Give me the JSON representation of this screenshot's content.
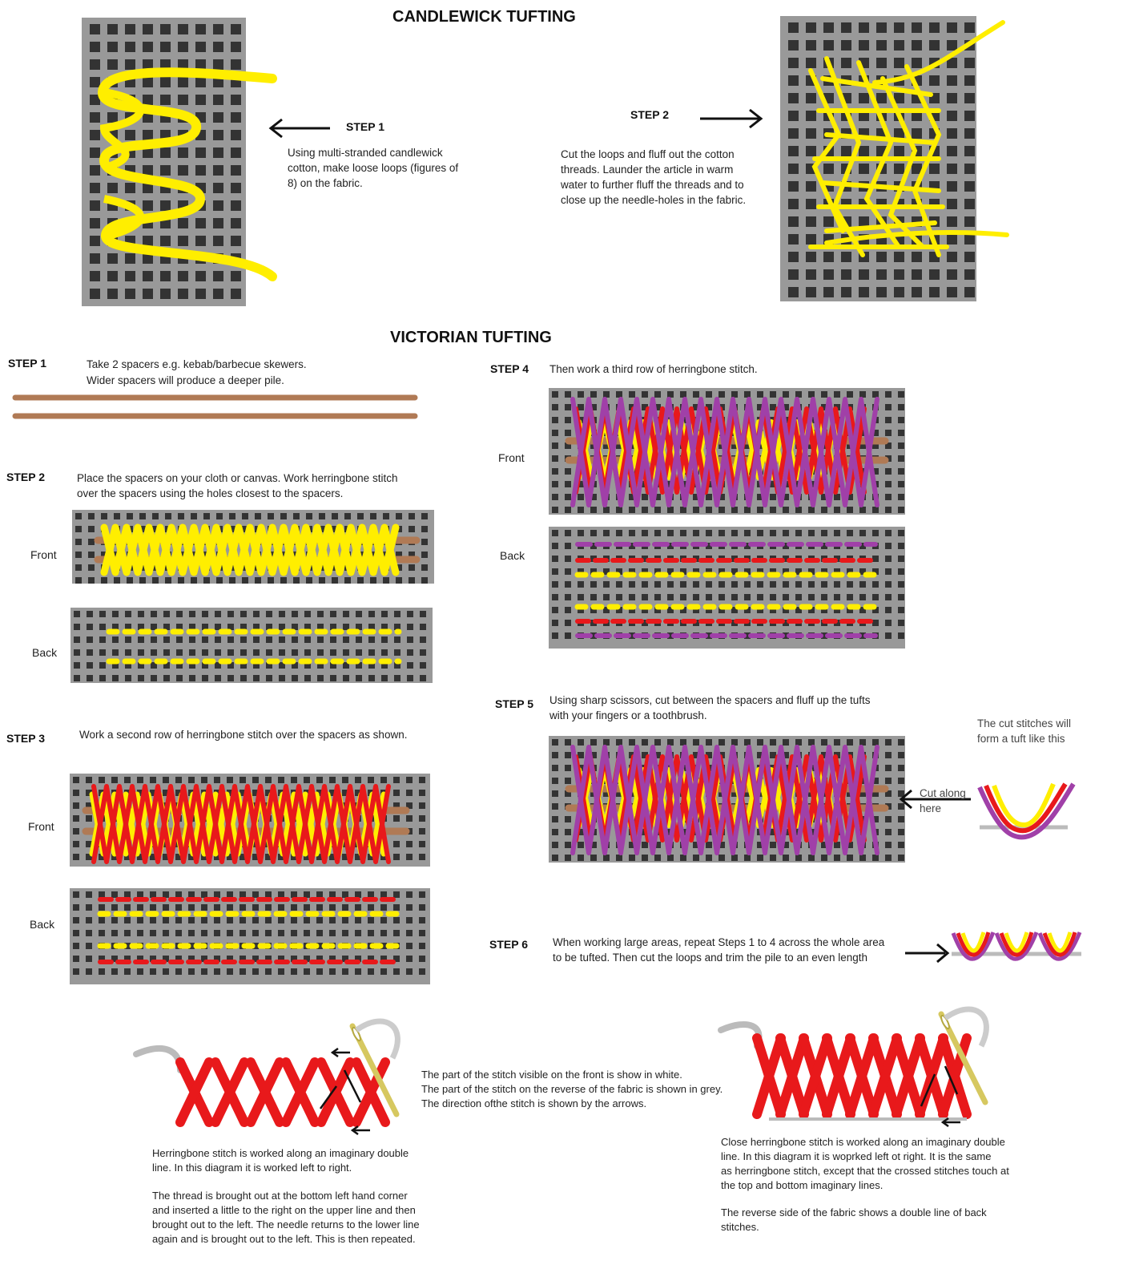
{
  "candlewick": {
    "title": "CANDLEWICK TUFTING",
    "step1": {
      "label": "STEP 1",
      "text": "Using multi-stranded candlewick cotton, make loose loops (figures of 8) on the fabric."
    },
    "step2": {
      "label": "STEP 2",
      "text": "Cut the loops and fluff out the cotton threads.  Launder the article in warm water to further fluff the threads and to close up the needle-holes in the fabric."
    }
  },
  "victorian": {
    "title": "VICTORIAN TUFTING",
    "step1": {
      "label": "STEP 1",
      "line1": "Take 2 spacers e.g. kebab/barbecue skewers.",
      "line2": "Wider spacers will produce a deeper pile."
    },
    "step2": {
      "label": "STEP 2",
      "line1": "Place the spacers on your cloth or canvas. Work herringbone stitch",
      "line2": "over the spacers using the holes closest to the spacers."
    },
    "step3": {
      "label": "STEP 3",
      "text": "Work a second row of herringbone stitch over the spacers as shown."
    },
    "step4": {
      "label": "STEP 4",
      "text": "Then work a third row of herringbone stitch."
    },
    "step5": {
      "label": "STEP 5",
      "line1": "Using sharp scissors, cut between the spacers and fluff up the tufts",
      "line2": "with your fingers or a toothbrush.",
      "cut_line1": "Cut along",
      "cut_line2": "here",
      "tuft_line1": "The cut stitches will",
      "tuft_line2": "form a tuft like this"
    },
    "step6": {
      "label": "STEP 6",
      "line1": "When working large areas, repeat Steps 1 to 4 across the whole area",
      "line2": "to be tufted.  Then cut the loops and trim the pile to an even length"
    },
    "front": "Front",
    "back": "Back"
  },
  "herringbone": {
    "legend1": "The part of the stitch visible on the front is show in white.",
    "legend2": "The part of the stitch on the reverse of the fabric is shown in grey.",
    "legend3": "The direction ofthe stitch is shown by the arrows.",
    "desc_a1": "Herringbone stitch is worked along an imaginary double",
    "desc_a2": "line.  In this diagram it is worked left to right.",
    "desc_b1": "The thread is brought out at the bottom left hand corner",
    "desc_b2": "and inserted a little to the right on the upper line and then",
    "desc_b3": "brought out to the left. The needle returns to the lower line",
    "desc_b4": "again and is brought out to the left. This is then repeated.",
    "close_a1": "Close herringbone stitch is worked along an imaginary double",
    "close_a2": "line. In this diagram it is woprked left ot right.   It is the same",
    "close_a3": "as herringbone stitch, except that the crossed stitches touch at",
    "close_a4": "the top and bottom imaginary lines.",
    "close_b1": "The reverse side of the fabric shows a double line of back",
    "close_b2": "stitches."
  },
  "colors": {
    "grid": "#999999",
    "hole": "#333333",
    "yellow": "#ffee00",
    "red": "#e8191b",
    "purple": "#a040a8",
    "spacer": "#b07a55"
  }
}
